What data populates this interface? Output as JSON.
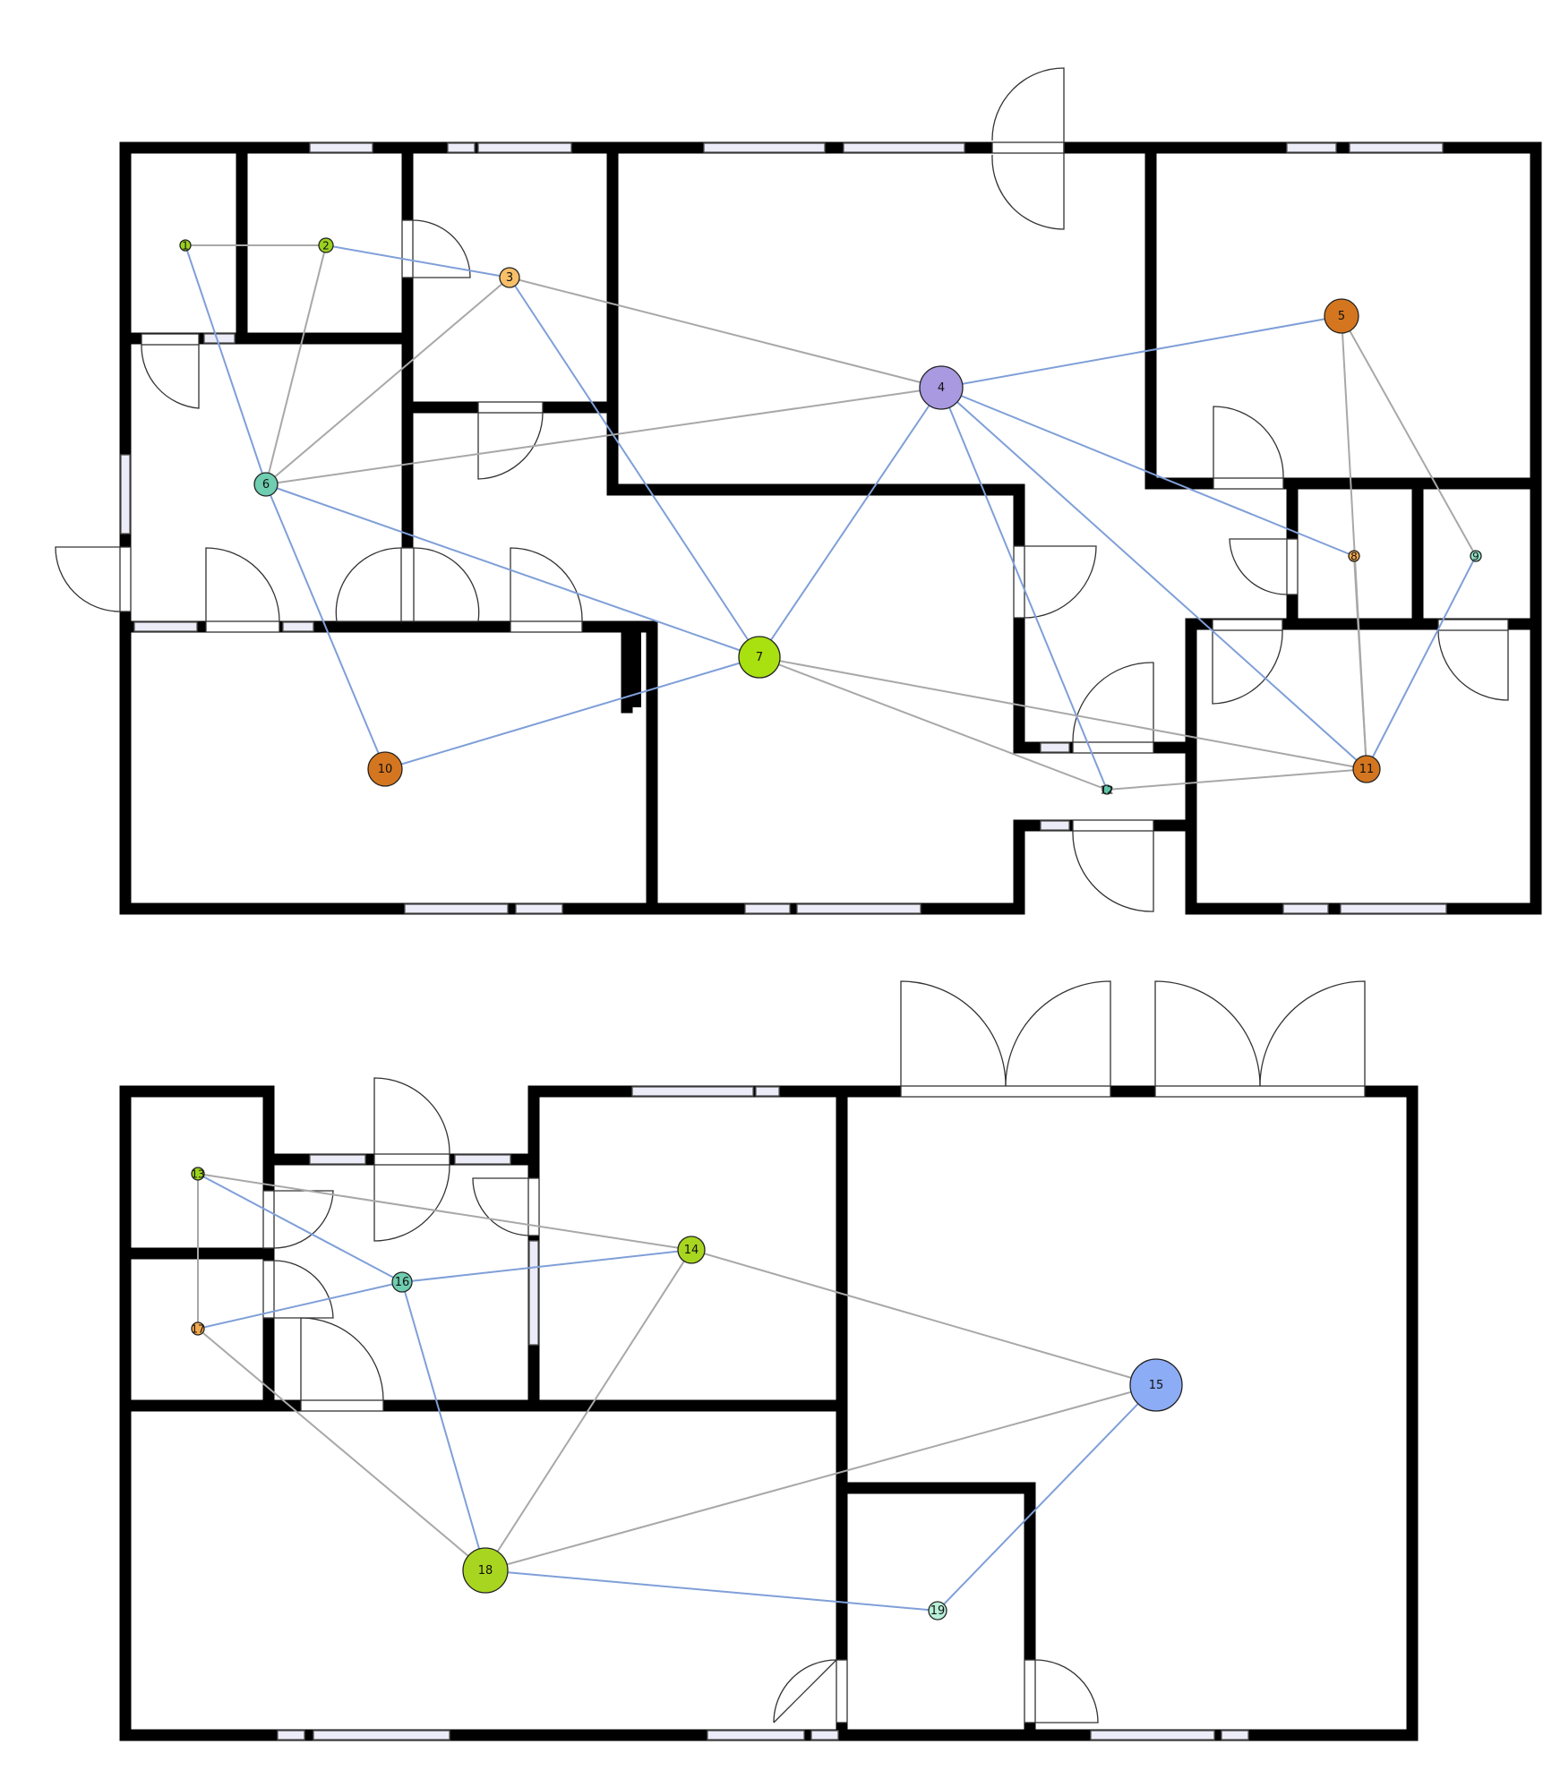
{
  "colors": {
    "background": "#ffffff",
    "wall": "#000000",
    "edge_blue": "#7f9fd8",
    "edge_gray": "#a8a8a8",
    "window_fill": "#ecebf8"
  },
  "floors": [
    {
      "nodes": [
        {
          "id": "1",
          "label": "1",
          "color": "#9bd11e"
        },
        {
          "id": "2",
          "label": "2",
          "color": "#9bd11e"
        },
        {
          "id": "3",
          "label": "3",
          "color": "#f7c068"
        },
        {
          "id": "4",
          "label": "4",
          "color": "#a899e0"
        },
        {
          "id": "5",
          "label": "5",
          "color": "#d4761f"
        },
        {
          "id": "6",
          "label": "6",
          "color": "#6fcdb0"
        },
        {
          "id": "7",
          "label": "7",
          "color": "#a8e010"
        },
        {
          "id": "8",
          "label": "8",
          "color": "#f4a94e"
        },
        {
          "id": "9",
          "label": "9",
          "color": "#8fe0c4"
        },
        {
          "id": "10",
          "label": "10",
          "color": "#d4761f"
        },
        {
          "id": "11",
          "label": "11",
          "color": "#d4761f"
        },
        {
          "id": "12",
          "label": "12",
          "color": "#5fc4a8"
        }
      ],
      "edges": [
        {
          "from": "1",
          "to": "2",
          "kind": "gray"
        },
        {
          "from": "2",
          "to": "3",
          "kind": "blue"
        },
        {
          "from": "1",
          "to": "6",
          "kind": "blue"
        },
        {
          "from": "2",
          "to": "6",
          "kind": "gray"
        },
        {
          "from": "3",
          "to": "6",
          "kind": "gray"
        },
        {
          "from": "3",
          "to": "4",
          "kind": "gray"
        },
        {
          "from": "3",
          "to": "7",
          "kind": "blue"
        },
        {
          "from": "6",
          "to": "4",
          "kind": "gray"
        },
        {
          "from": "6",
          "to": "7",
          "kind": "blue"
        },
        {
          "from": "6",
          "to": "10",
          "kind": "blue"
        },
        {
          "from": "4",
          "to": "5",
          "kind": "blue"
        },
        {
          "from": "4",
          "to": "7",
          "kind": "blue"
        },
        {
          "from": "4",
          "to": "8",
          "kind": "blue"
        },
        {
          "from": "4",
          "to": "11",
          "kind": "blue"
        },
        {
          "from": "4",
          "to": "12",
          "kind": "blue"
        },
        {
          "from": "5",
          "to": "9",
          "kind": "gray"
        },
        {
          "from": "5",
          "to": "11",
          "kind": "gray"
        },
        {
          "from": "8",
          "to": "11",
          "kind": "gray"
        },
        {
          "from": "9",
          "to": "11",
          "kind": "blue"
        },
        {
          "from": "7",
          "to": "10",
          "kind": "blue"
        },
        {
          "from": "7",
          "to": "11",
          "kind": "gray"
        },
        {
          "from": "7",
          "to": "12",
          "kind": "gray"
        },
        {
          "from": "12",
          "to": "11",
          "kind": "gray"
        }
      ]
    },
    {
      "nodes": [
        {
          "id": "13",
          "label": "13",
          "color": "#9bd11e"
        },
        {
          "id": "14",
          "label": "14",
          "color": "#a8d620"
        },
        {
          "id": "15",
          "label": "15",
          "color": "#8cacf6"
        },
        {
          "id": "16",
          "label": "16",
          "color": "#6fcdb0"
        },
        {
          "id": "17",
          "label": "17",
          "color": "#f4a94e"
        },
        {
          "id": "18",
          "label": "18",
          "color": "#a8d620"
        },
        {
          "id": "19",
          "label": "19",
          "color": "#b8f0d8"
        }
      ],
      "edges": [
        {
          "from": "13",
          "to": "14",
          "kind": "gray"
        },
        {
          "from": "13",
          "to": "16",
          "kind": "blue"
        },
        {
          "from": "13",
          "to": "17",
          "kind": "gray"
        },
        {
          "from": "17",
          "to": "16",
          "kind": "blue"
        },
        {
          "from": "17",
          "to": "18",
          "kind": "gray"
        },
        {
          "from": "16",
          "to": "14",
          "kind": "blue"
        },
        {
          "from": "16",
          "to": "18",
          "kind": "blue"
        },
        {
          "from": "14",
          "to": "18",
          "kind": "gray"
        },
        {
          "from": "14",
          "to": "15",
          "kind": "gray"
        },
        {
          "from": "18",
          "to": "15",
          "kind": "gray"
        },
        {
          "from": "18",
          "to": "19",
          "kind": "blue"
        },
        {
          "from": "15",
          "to": "19",
          "kind": "blue"
        }
      ]
    }
  ]
}
